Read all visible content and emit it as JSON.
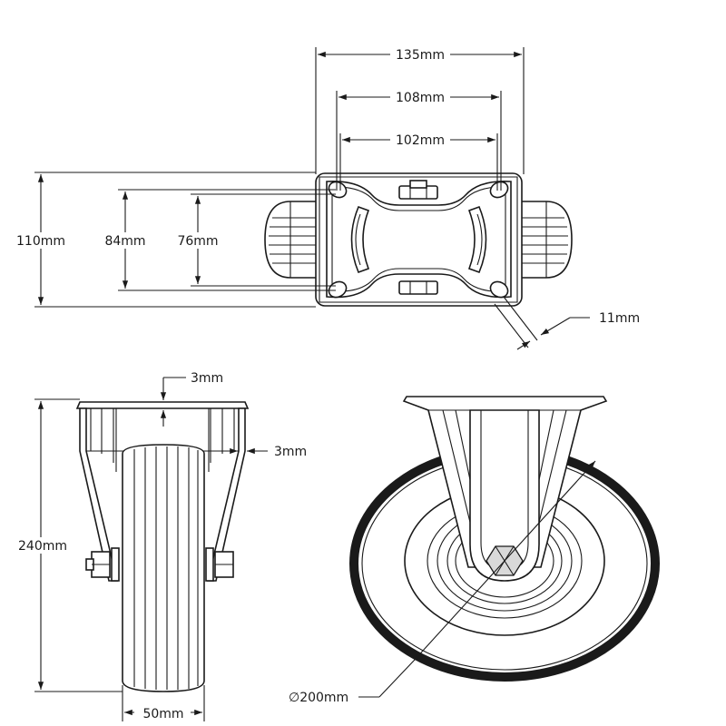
{
  "dimensions": {
    "plate_width": "135mm",
    "hole_spacing_outer": "108mm",
    "hole_spacing_inner": "102mm",
    "plate_height": "110mm",
    "hole_spacing_vertical_outer": "84mm",
    "hole_spacing_vertical_inner": "76mm",
    "hole_diameter": "11mm",
    "plate_thickness": "3mm",
    "fork_thickness": "3mm",
    "overall_height": "240mm",
    "wheel_width": "50mm",
    "wheel_diameter": "∅200mm"
  }
}
